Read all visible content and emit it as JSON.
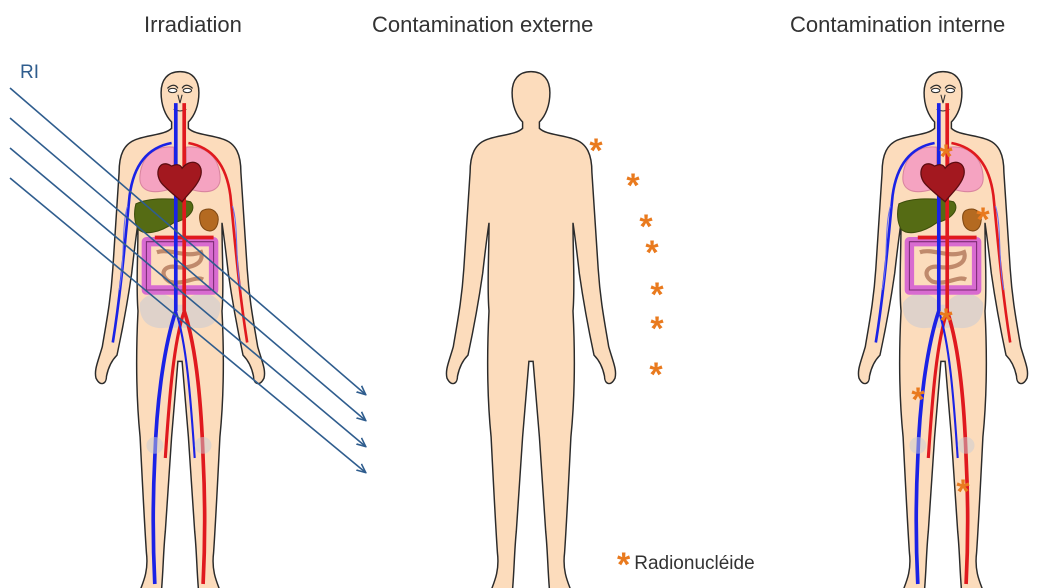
{
  "titles": {
    "irradiation": "Irradiation",
    "external": "Contamination externe",
    "internal": "Contamination interne"
  },
  "ray_label": "RI",
  "legend": {
    "symbol": "*",
    "label": "Radionucléide"
  },
  "colors": {
    "skin": "#fcdcbc",
    "outline": "#2b2b2b",
    "vein": "#1a22e6",
    "artery": "#e0191e",
    "lung": "#f5a3c1",
    "heart": "#a3181f",
    "liver": "#556b14",
    "kidney": "#b46a21",
    "intestine": "#d86bd0",
    "pelvis": "#c7cbd6",
    "ray": "#2f5d8e",
    "radionuclide": "#e97a1e"
  }
}
